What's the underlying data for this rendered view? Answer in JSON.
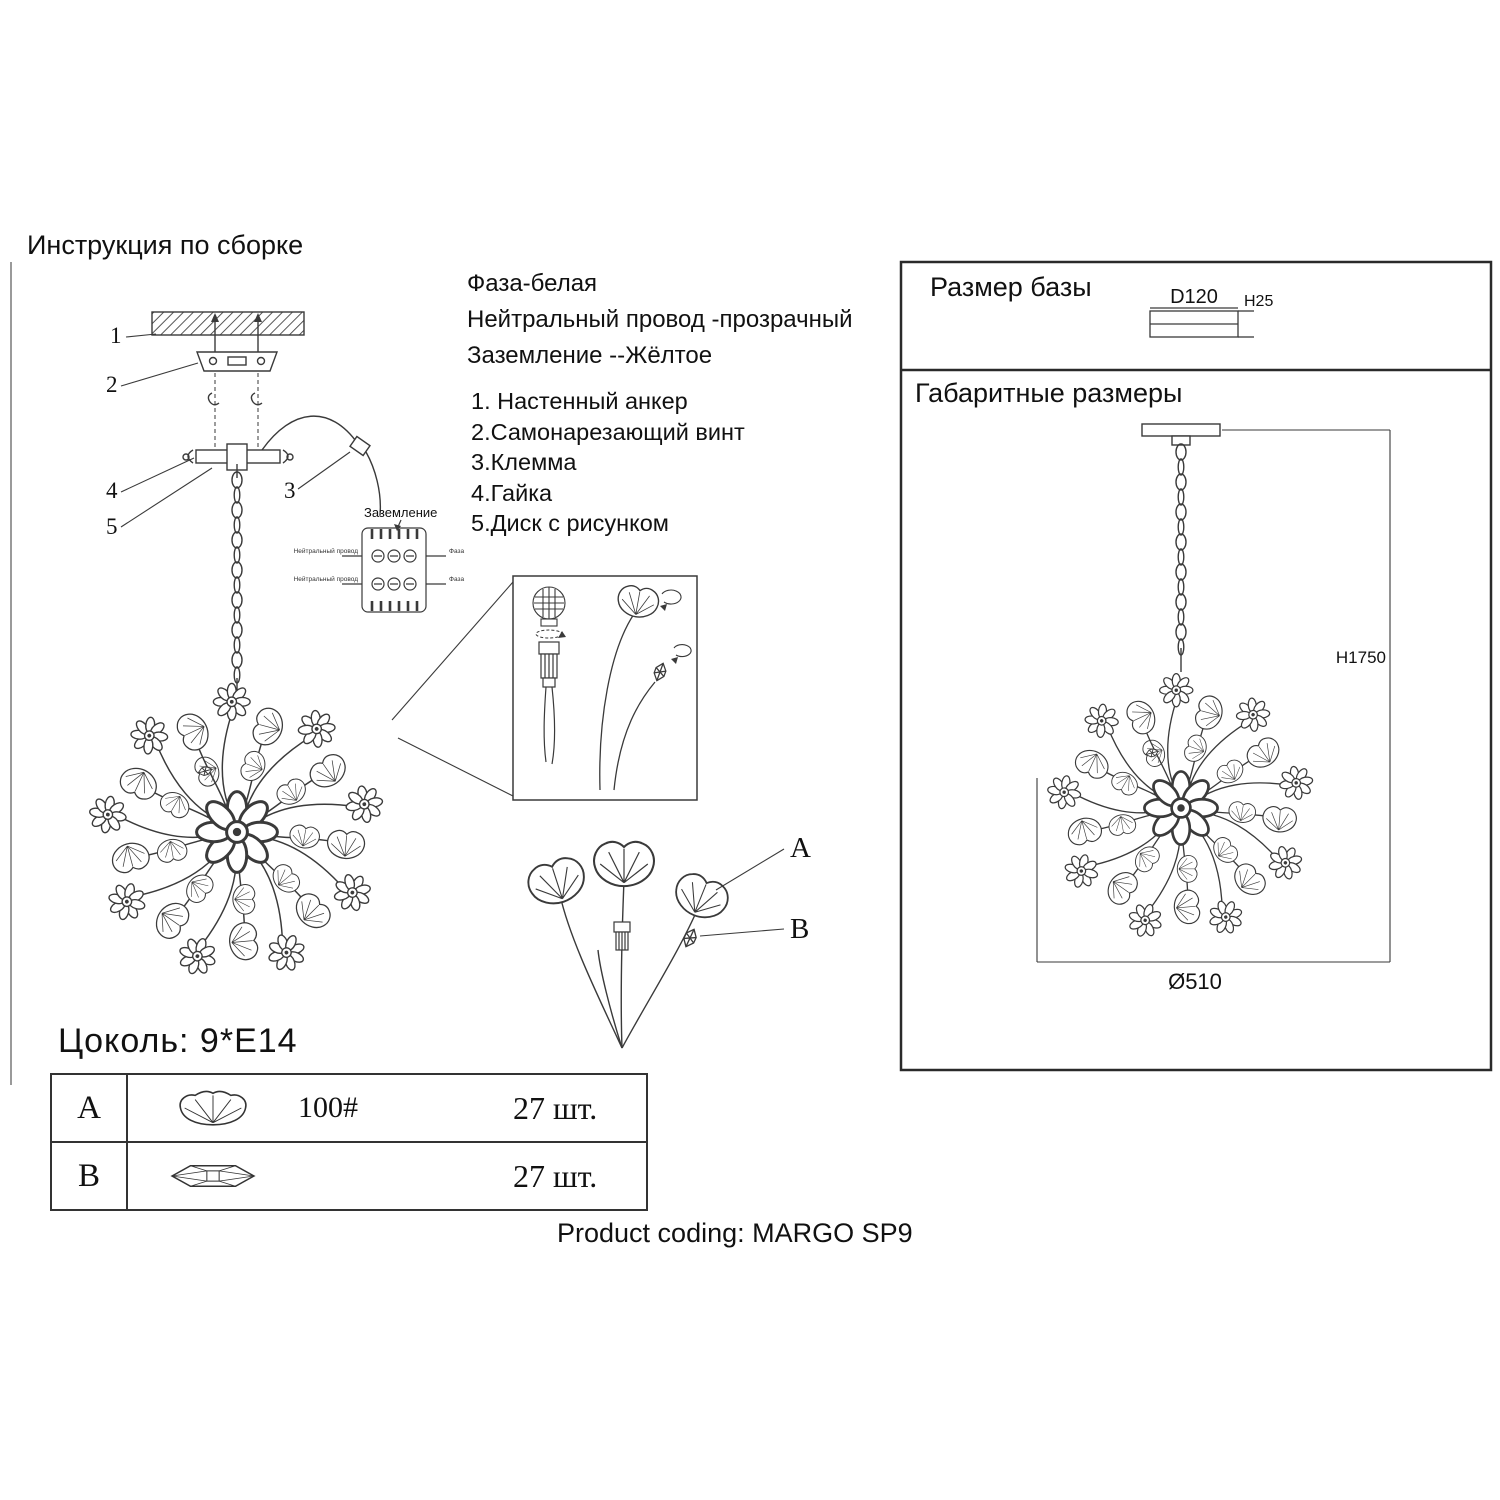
{
  "title": "Инструкция по сборке",
  "wiring": {
    "phase": "Фаза-белая",
    "neutral": "Нейтральный провод -прозрачный",
    "ground": "Заземление --Жёлтое"
  },
  "parts": [
    "1. Настенный анкер",
    "2.Самонарезающий винт",
    "3.Клемма",
    "4.Гайка",
    "5.Диск с рисунком"
  ],
  "callouts": {
    "c1": "1",
    "c2": "2",
    "c3": "3",
    "c4": "4",
    "c5": "5",
    "a": "A",
    "b": "B"
  },
  "terminal": {
    "ground": "Заземление",
    "neutral": "Нейтральный провод",
    "phase": "Фаза"
  },
  "socle": "Цоколь:  9*E14",
  "table": {
    "row_a": {
      "letter": "A",
      "code": "100#",
      "qty": "27 шт."
    },
    "row_b": {
      "letter": "B",
      "qty": "27 шт."
    }
  },
  "base_panel": {
    "title": "Размер базы",
    "d": "D120",
    "h": "H25"
  },
  "overall_panel": {
    "title": "Габаритные размеры",
    "height": "H1750",
    "diameter": "Ø510"
  },
  "product_coding": "Product coding: MARGO SP9",
  "colors": {
    "line": "#3a3a3a",
    "text": "#111111"
  }
}
